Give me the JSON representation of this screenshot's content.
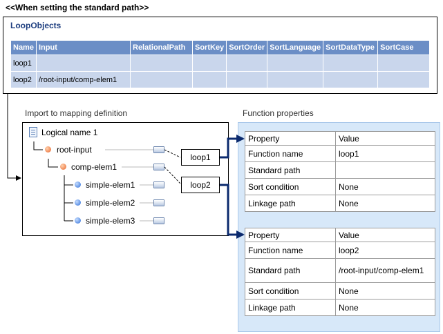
{
  "heading": "<<When setting the standard path>>",
  "loop_objects": {
    "title": "LoopObjects",
    "columns": [
      "Name",
      "Input",
      "RelationalPath",
      "SortKey",
      "SortOrder",
      "SortLanguage",
      "SortDataType",
      "SortCase"
    ],
    "rows": [
      [
        "loop1",
        "",
        "",
        "",
        "",
        "",
        "",
        ""
      ],
      [
        "loop2",
        "/root-input/comp-elem1",
        "",
        "",
        "",
        "",
        "",
        ""
      ]
    ]
  },
  "import_label": "Import to mapping definition",
  "tree": {
    "root": "Logical name 1",
    "nodes": [
      "root-input",
      "comp-elem1",
      "simple-elem1",
      "simple-elem2",
      "simple-elem3"
    ]
  },
  "loops": [
    "loop1",
    "loop2"
  ],
  "function_properties": {
    "label": "Function properties",
    "tables": [
      {
        "header": [
          "Property",
          "Value"
        ],
        "rows": [
          [
            "Function name",
            "loop1"
          ],
          [
            "Standard path",
            ""
          ],
          [
            "Sort condition",
            "None"
          ],
          [
            "Linkage path",
            "None"
          ]
        ]
      },
      {
        "header": [
          "Property",
          "Value"
        ],
        "rows": [
          [
            "Function name",
            "loop2"
          ],
          [
            "Standard path",
            "/root-input/comp-elem1"
          ],
          [
            "Sort condition",
            "None"
          ],
          [
            "Linkage path",
            "None"
          ]
        ]
      }
    ]
  },
  "colors": {
    "table_header": "#6b8ec6",
    "table_cell": "#c9d6ec",
    "title_blue": "#1f3f80",
    "props_panel_bg": "#d7e8f9",
    "arrow": "#0b2a6e"
  }
}
